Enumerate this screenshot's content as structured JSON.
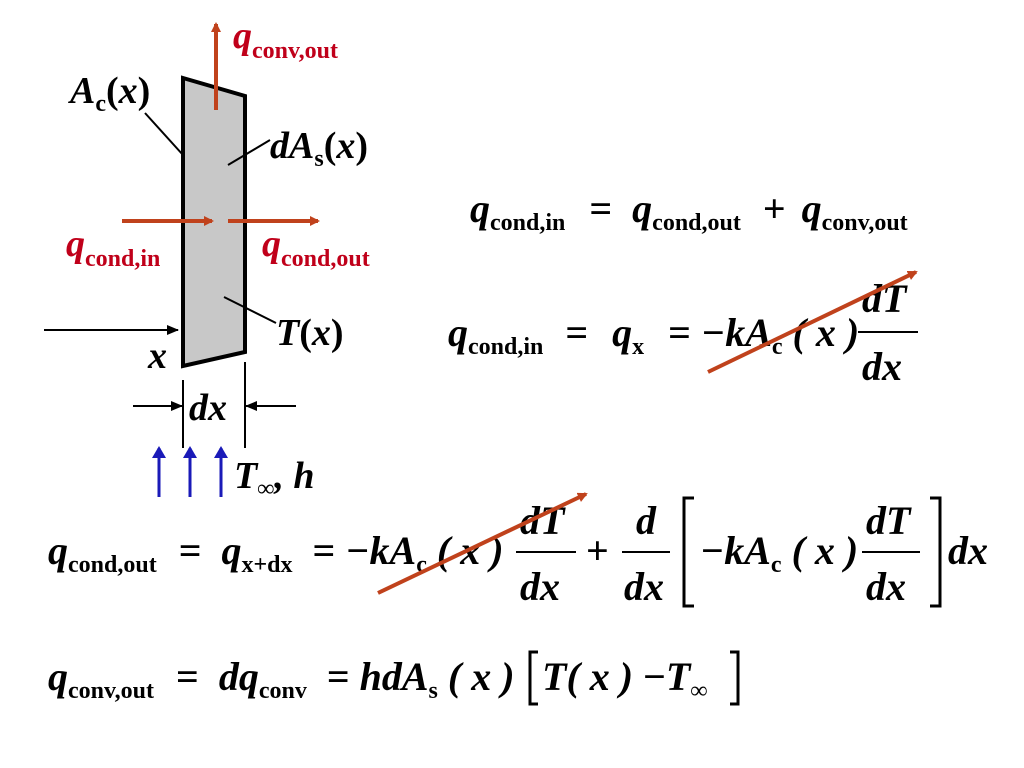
{
  "labels": {
    "q": "q",
    "conv_out": "conv,out",
    "cond_in": "cond,in",
    "cond_out": "cond,out",
    "A": "A",
    "c": "c",
    "x": "x",
    "dA": "dA",
    "s": "s",
    "T": "T",
    "dx": "dx",
    "T_inf": "T",
    "inf": "∞",
    "h": ", h",
    "lparen": "(",
    "rparen": ")"
  },
  "colors": {
    "red_arrow": "#c0421c",
    "blue_arrow": "#1a1ab8",
    "slab_fill": "#c8c8c8",
    "label_red": "#c0001a"
  },
  "equations": {
    "eq1": {
      "lhs_sub": "cond,in",
      "rhs1_sub": "cond,out",
      "rhs2_sub": "conv,out"
    },
    "eq2": {
      "lhs_sub": "cond,in",
      "qx_sub": "x",
      "neg_kA": "−kA",
      "c": "c",
      "xparen": "( x )",
      "dT": "dT",
      "dx": "dx"
    },
    "eq3": {
      "lhs_sub": "cond,out",
      "qxdx_sub": "x+dx",
      "neg_kA": "−kA",
      "c": "c",
      "xparen": "( x )",
      "dT": "dT",
      "dx": "dx",
      "plus": "+",
      "d": "d",
      "inner_neg_kA": "−kA",
      "tail": "dx"
    },
    "eq4": {
      "lhs_sub": "conv,out",
      "dq": "dq",
      "dq_sub": "conv",
      "hdA": "hdA",
      "s": "s",
      "xparen": "( x )",
      "T": "T",
      "minus": "−",
      "T2": "T",
      "inf": "∞"
    }
  }
}
